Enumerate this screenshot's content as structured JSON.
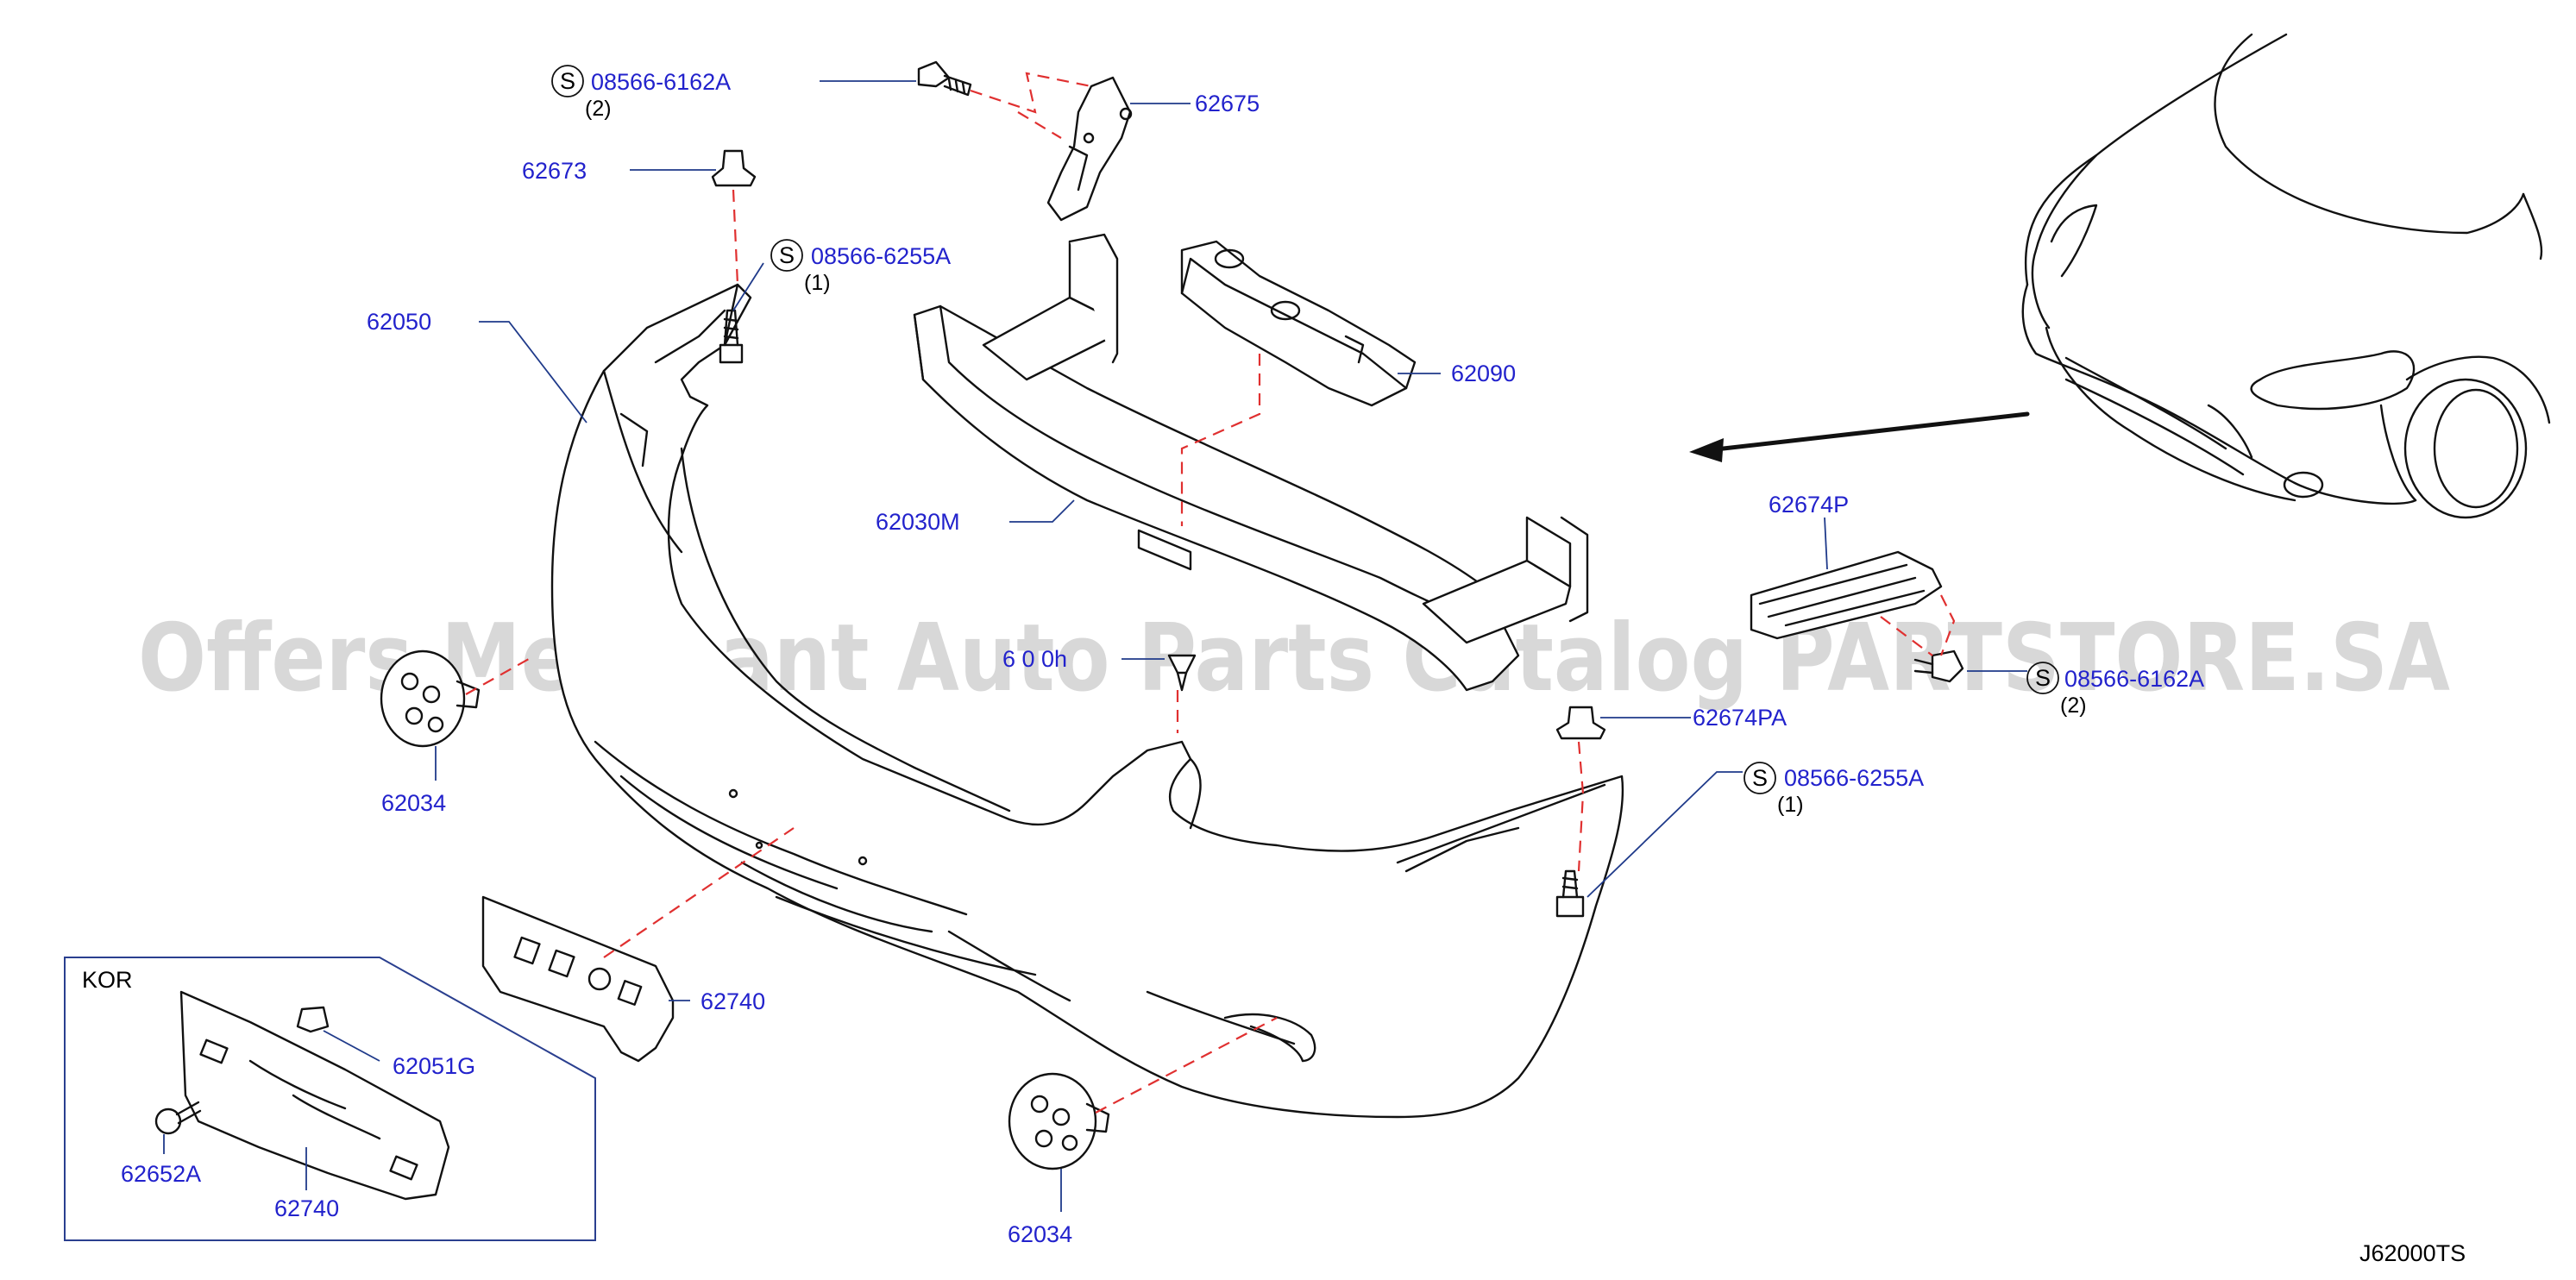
{
  "watermark": "Offers Merchant Auto Parts Catalog PARTSTORE.SA",
  "diagram_code": "J62000TS",
  "inset_label": "KOR",
  "standard_symbol": "S",
  "parts": {
    "bolt_top": "08566-6162A",
    "bolt_top_qty": "(2)",
    "bracket_top_right": "62675",
    "clip_top": "62673",
    "screw_top": "08566-6255A",
    "screw_top_qty": "(1)",
    "fascia": "62050",
    "absorber": "62090",
    "reinforcement": "62030M",
    "center_clip": "6   0 0h",
    "bracket_right": "62674P",
    "bolt_right": "08566-6162A",
    "bolt_right_qty": "(2)",
    "clip_right": "62674PA",
    "screw_right": "08566-6255A",
    "screw_right_qty": "(1)",
    "cap_left": "62034",
    "cap_bottom": "62034",
    "lower_bracket": "62740",
    "kor_clip": "62051G",
    "kor_screw": "62652A",
    "kor_bracket": "62740"
  }
}
